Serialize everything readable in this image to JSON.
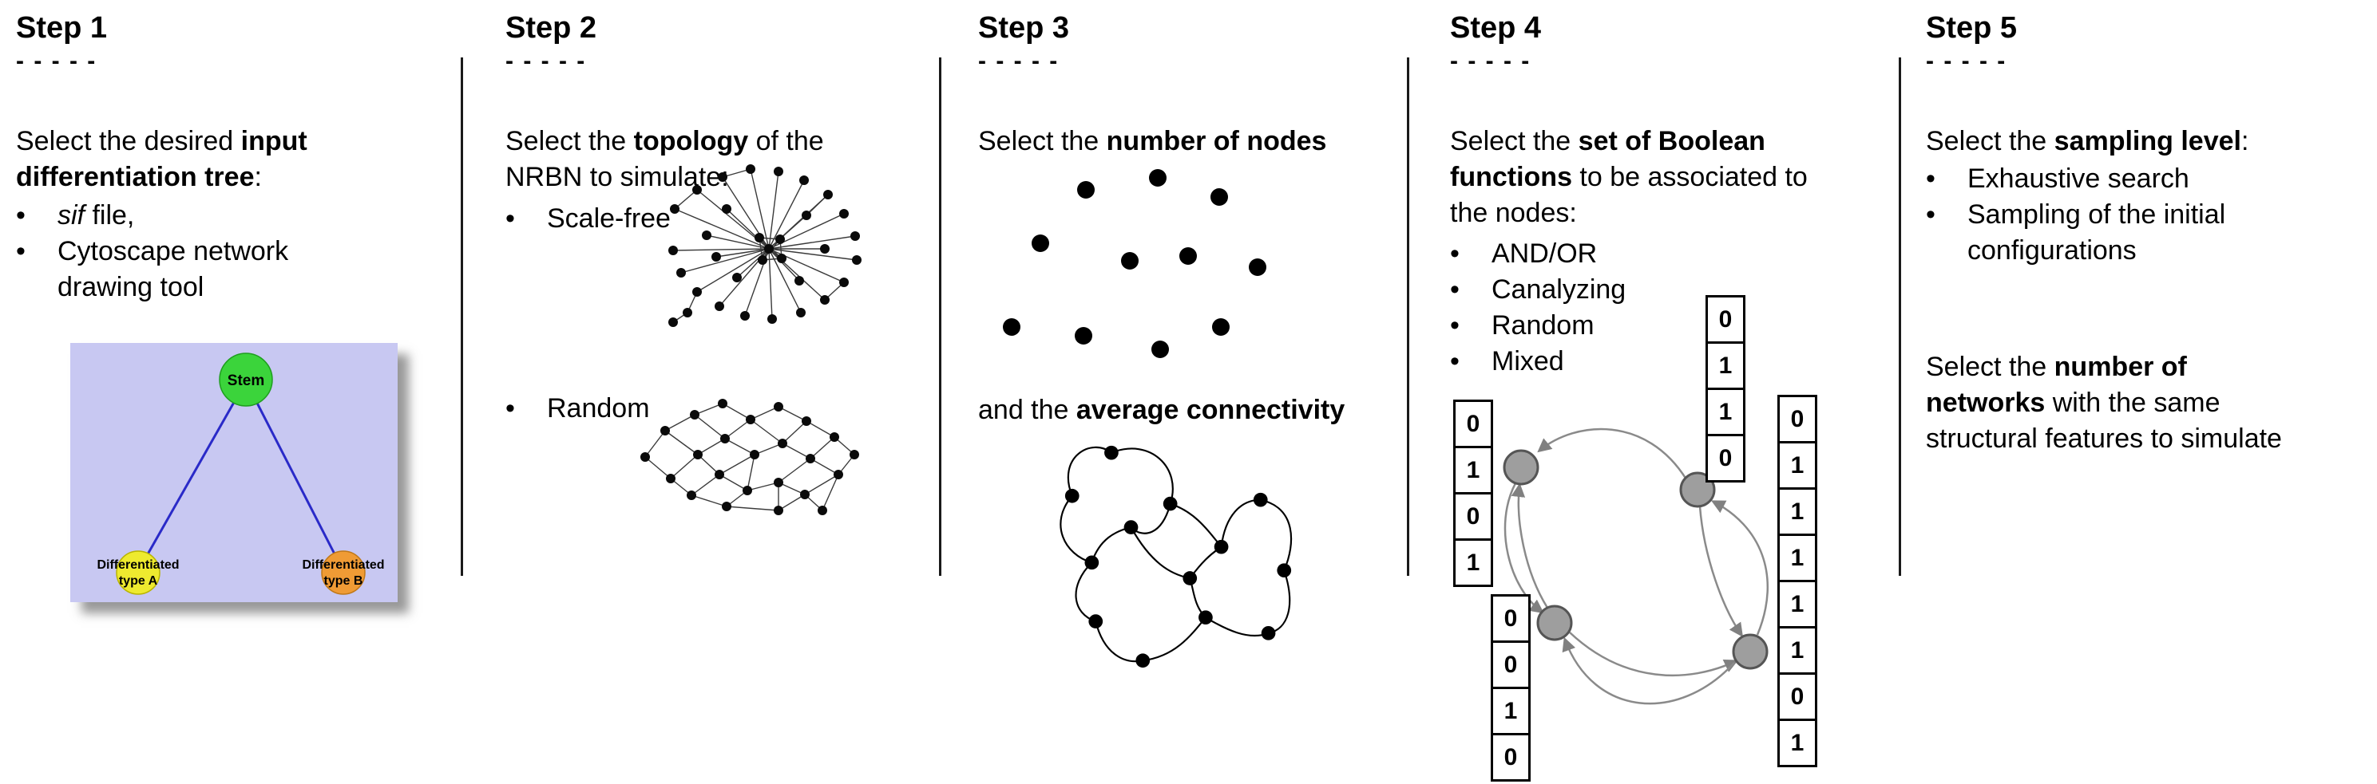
{
  "ui": {
    "bullet": "•"
  },
  "steps": [
    {
      "title": "Step 1",
      "dashes": "- - - - -",
      "intro": [
        {
          "t": "Select the desired "
        },
        {
          "t": "input",
          "b": true
        },
        {
          "br": true
        },
        {
          "t": "differentiation tree",
          "b": true
        },
        {
          "t": ":"
        }
      ],
      "bullets": [
        [
          {
            "t": "sif",
            "i": true
          },
          {
            "t": " file,"
          }
        ],
        [
          {
            "t": "Cytoscape network"
          },
          {
            "br": true
          },
          {
            "t": "drawing tool"
          }
        ]
      ],
      "tree": {
        "background": "#c8c8f2",
        "edge_color": "#2a2ac8",
        "root_label": "Stem",
        "root_color": "#3bd43b",
        "left_label_line1": "Differentiated",
        "left_label_line2": "type A",
        "left_color": "#eeea2f",
        "right_label_line1": "Differentiated",
        "right_label_line2": "type B",
        "right_color": "#ef9b35"
      }
    },
    {
      "title": "Step 2",
      "dashes": "- - - - -",
      "intro": [
        {
          "t": "Select the "
        },
        {
          "t": "topology",
          "b": true
        },
        {
          "t": " of the"
        },
        {
          "br": true
        },
        {
          "t": "NRBN to simulate:"
        }
      ],
      "bullets": [
        [
          {
            "t": "Scale-free"
          }
        ],
        [
          {
            "t": "Random"
          }
        ]
      ]
    },
    {
      "title": "Step 3",
      "dashes": "- - - - -",
      "intro": [
        {
          "t": "Select the "
        },
        {
          "t": "number of nodes",
          "b": true
        }
      ],
      "mid": [
        {
          "t": "and the "
        },
        {
          "t": "average connectivity",
          "b": true
        }
      ]
    },
    {
      "title": "Step 4",
      "dashes": "- - - - -",
      "intro": [
        {
          "t": "Select the "
        },
        {
          "t": "set of Boolean",
          "b": true
        },
        {
          "br": true
        },
        {
          "t": "functions",
          "b": true
        },
        {
          "t": " to be associated to"
        },
        {
          "br": true
        },
        {
          "t": "the nodes:"
        }
      ],
      "bullets": [
        [
          {
            "t": "AND/OR"
          }
        ],
        [
          {
            "t": "Canalyzing"
          }
        ],
        [
          {
            "t": "Random"
          }
        ],
        [
          {
            "t": "Mixed"
          }
        ]
      ],
      "node_color": "#9e9e9e",
      "arrow_color": "#8a8a8a",
      "tables": {
        "left": [
          "0",
          "1",
          "0",
          "1"
        ],
        "bottom_left": [
          "0",
          "0",
          "1",
          "0"
        ],
        "top": [
          "0",
          "1",
          "1",
          "0"
        ],
        "right": [
          "0",
          "1",
          "1",
          "1",
          "1",
          "1",
          "0",
          "1"
        ]
      }
    },
    {
      "title": "Step 5",
      "dashes": "- - - - -",
      "intro": [
        {
          "t": "Select the "
        },
        {
          "t": "sampling level",
          "b": true
        },
        {
          "t": ":"
        }
      ],
      "bullets": [
        [
          {
            "t": "Exhaustive search"
          }
        ],
        [
          {
            "t": "Sampling of the initial"
          },
          {
            "br": true
          },
          {
            "t": "configurations"
          }
        ]
      ],
      "second": [
        {
          "t": "Select the "
        },
        {
          "t": "number of",
          "b": true
        },
        {
          "br": true
        },
        {
          "t": "networks",
          "b": true
        },
        {
          "t": " with the same"
        },
        {
          "br": true
        },
        {
          "t": "structural features to simulate"
        }
      ]
    }
  ]
}
